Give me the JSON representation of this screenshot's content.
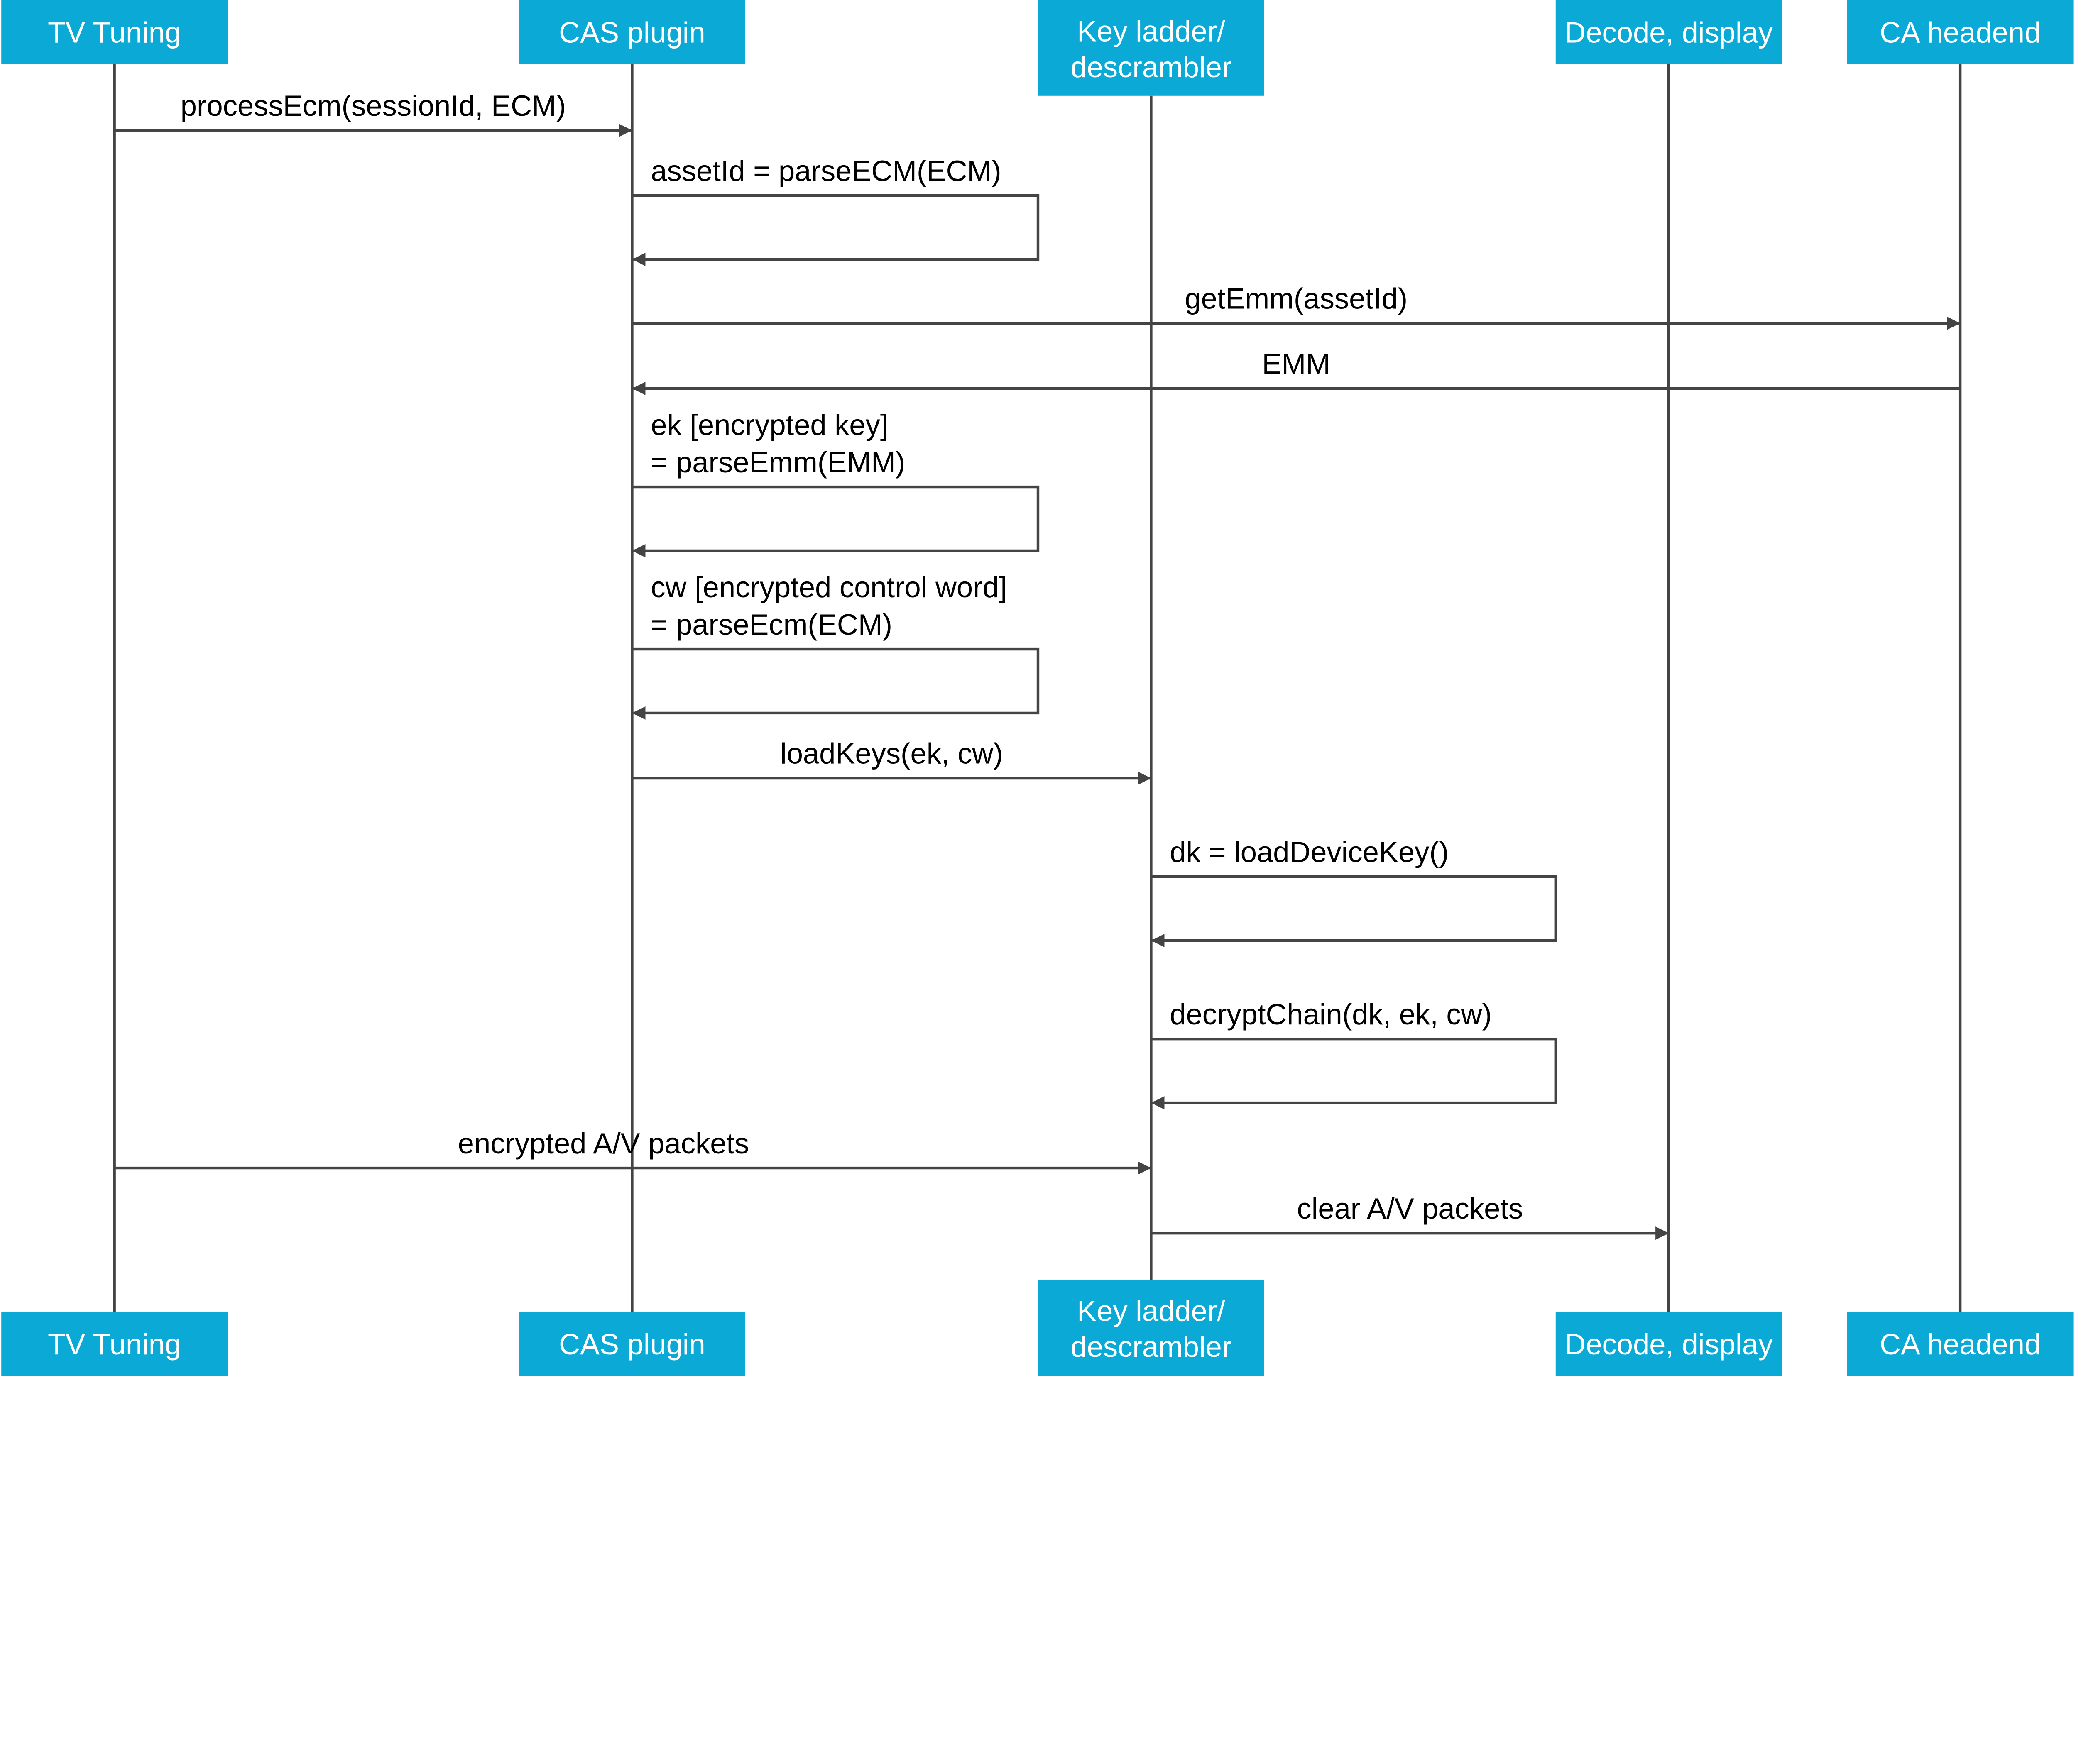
{
  "colors": {
    "participant_fill": "#0BA9D6",
    "participant_text": "#FFFFFF",
    "line": "#444444",
    "text": "#000000"
  },
  "participants": [
    {
      "id": "tv",
      "label": [
        "TV Tuning"
      ]
    },
    {
      "id": "cas",
      "label": [
        "CAS plugin"
      ]
    },
    {
      "id": "key",
      "label": [
        "Key ladder/",
        "descrambler"
      ]
    },
    {
      "id": "dec",
      "label": [
        "Decode, display"
      ]
    },
    {
      "id": "ca",
      "label": [
        "CA headend"
      ]
    }
  ],
  "messages": [
    {
      "from": "tv",
      "to": "cas",
      "label": [
        "processEcm(sessionId, ECM)"
      ]
    },
    {
      "from": "cas",
      "to": "cas",
      "label": [
        "assetId = parseECM(ECM)"
      ]
    },
    {
      "from": "cas",
      "to": "ca",
      "label": [
        "getEmm(assetId)"
      ]
    },
    {
      "from": "ca",
      "to": "cas",
      "label": [
        "EMM"
      ]
    },
    {
      "from": "cas",
      "to": "cas",
      "label": [
        "ek [encrypted key]",
        "= parseEmm(EMM)"
      ]
    },
    {
      "from": "cas",
      "to": "cas",
      "label": [
        "cw [encrypted control word]",
        "= parseEcm(ECM)"
      ]
    },
    {
      "from": "cas",
      "to": "key",
      "label": [
        "loadKeys(ek, cw)"
      ]
    },
    {
      "from": "key",
      "to": "key",
      "label": [
        "dk = loadDeviceKey()"
      ]
    },
    {
      "from": "key",
      "to": "key",
      "label": [
        "decryptChain(dk, ek, cw)"
      ]
    },
    {
      "from": "tv",
      "to": "key",
      "label": [
        "encrypted A/V packets"
      ]
    },
    {
      "from": "key",
      "to": "dec",
      "label": [
        "clear A/V packets"
      ]
    }
  ]
}
